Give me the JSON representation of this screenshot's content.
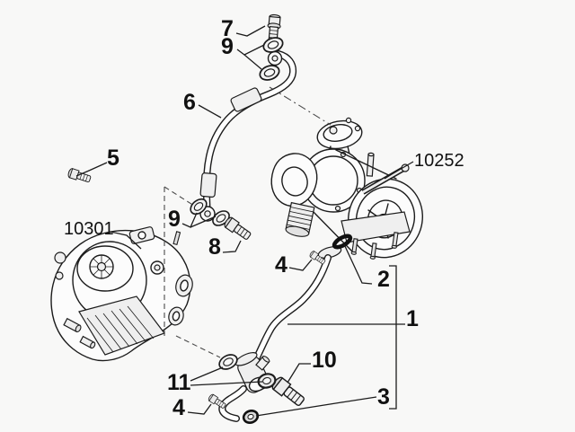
{
  "diagram": {
    "colors": {
      "background": "#f8f8f7",
      "line": "#1c1c1c",
      "text": "#111111"
    },
    "callouts": {
      "item1": "1",
      "item2": "2",
      "item3": "3",
      "item4_upper": "4",
      "item4_lower": "4",
      "item5": "5",
      "item6": "6",
      "item7": "7",
      "item8": "8",
      "item9_top": "9",
      "item9_mid": "9",
      "item10": "10",
      "item11": "11"
    },
    "part_numbers": {
      "turbocharger": "10252",
      "oil_filter_housing": "10301"
    }
  }
}
